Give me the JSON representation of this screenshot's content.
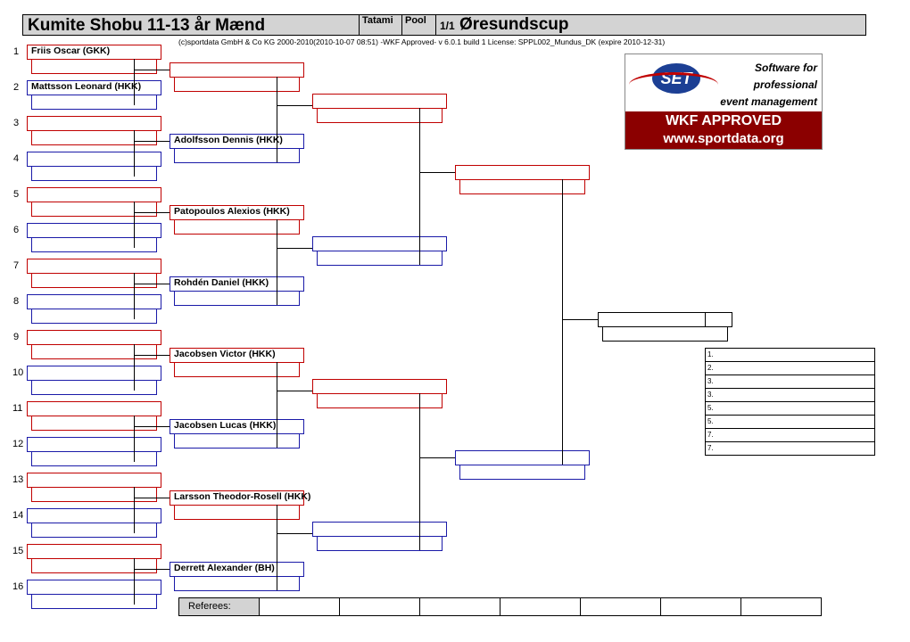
{
  "header": {
    "title": "Kumite Shobu 11-13 år Mænd",
    "tatami_label": "Tatami",
    "pool_label": "Pool",
    "pool_value": "1/1",
    "event": "Øresundscup",
    "copyright": "(c)sportdata GmbH & Co KG 2000-2010(2010-10-07 08:51) -WKF Approved- v 6.0.1 build 1 License: SPPL002_Mundus_DK (expire 2010-12-31)"
  },
  "logo": {
    "set_text": "SET",
    "line1": "Software for",
    "line2": "professional",
    "line3": "event management",
    "approved": "WKF APPROVED",
    "url": "www.sportdata.org"
  },
  "numbers": [
    "1",
    "2",
    "3",
    "4",
    "5",
    "6",
    "7",
    "8",
    "9",
    "10",
    "11",
    "12",
    "13",
    "14",
    "15",
    "16"
  ],
  "round1": [
    "Friis Oscar (GKK)",
    "Mattsson Leonard (HKK)",
    "",
    "",
    "",
    "",
    "",
    "",
    "",
    "",
    "",
    "",
    "",
    "",
    "",
    ""
  ],
  "round2": [
    "",
    "Adolfsson Dennis (HKK)",
    "Patopoulos Alexios (HKK)",
    "Rohdén Daniel (HKK)",
    "Jacobsen Victor (HKK)",
    "Jacobsen Lucas (HKK)",
    "Larsson Theodor-Rosell (HKK)",
    "Derrett Alexander (BH)"
  ],
  "results": [
    "1.",
    "2.",
    "3.",
    "3.",
    "5.",
    "5.",
    "7.",
    "7."
  ],
  "referees_label": "Referees:",
  "colors": {
    "red": "#c00000",
    "blue": "#1a1aa8",
    "header_gray": "#d3d3d3",
    "logo_red": "#8b0000",
    "logo_blue": "#1c3f94"
  }
}
